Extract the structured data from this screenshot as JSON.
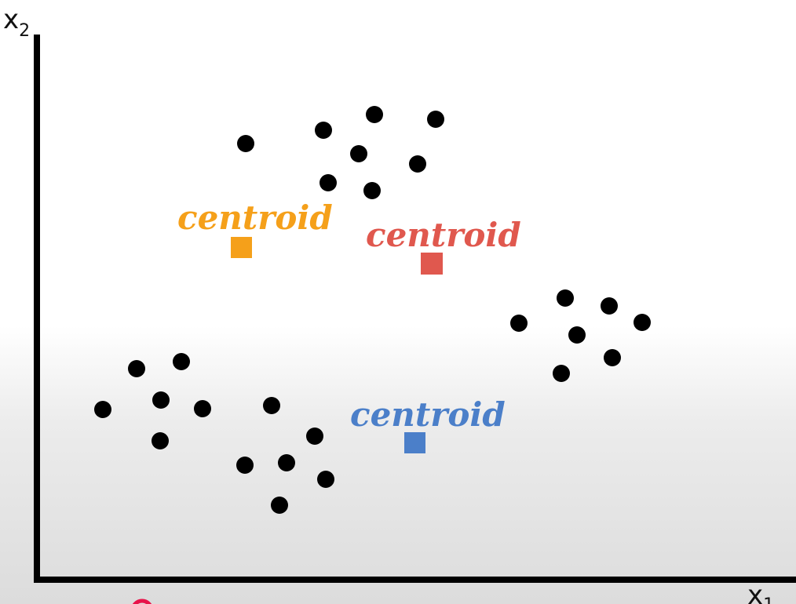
{
  "axes": {
    "y_label": "x",
    "y_sub": "2",
    "x_label": "x",
    "x_sub": "1"
  },
  "centroids": [
    {
      "label": "centroid",
      "color": "#f5a01a"
    },
    {
      "label": "centroid",
      "color": "#e0584e"
    },
    {
      "label": "centroid",
      "color": "#4b7fc9"
    }
  ],
  "colors": {
    "point": "#000000",
    "axis": "#000000",
    "cursor": "#e8134a"
  }
}
